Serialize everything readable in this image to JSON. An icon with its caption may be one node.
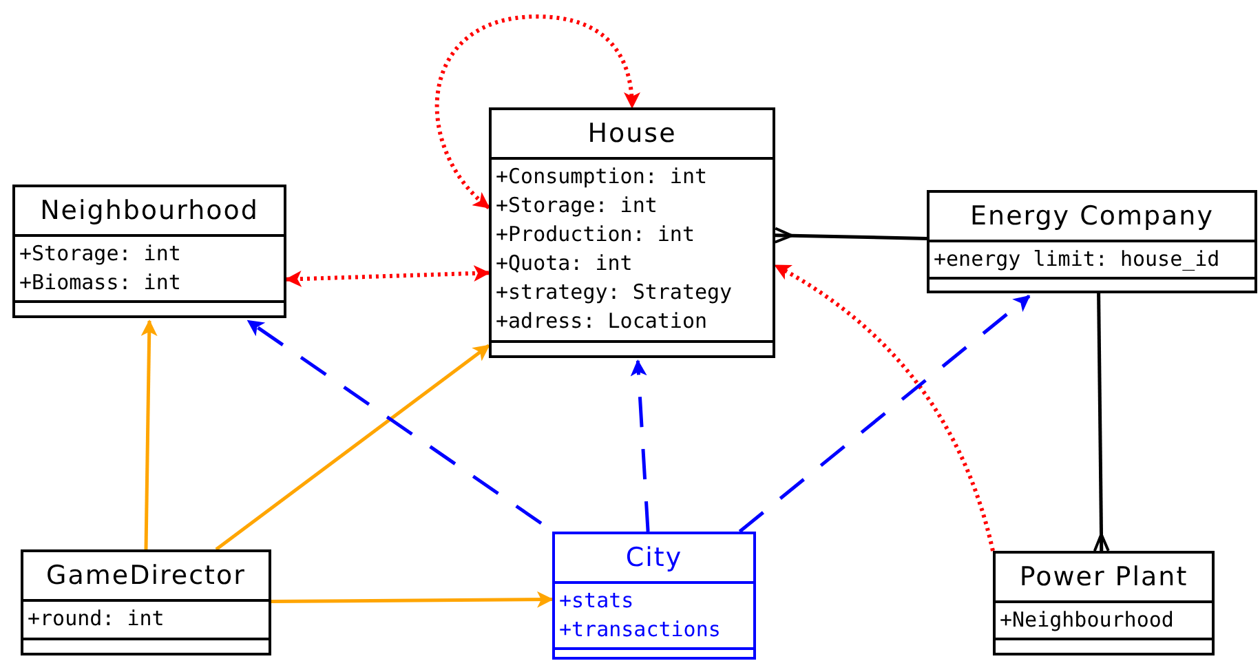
{
  "diagram": {
    "nodes": [
      {
        "text": [
          "House",
          "+Consumption: int",
          "+Storage: int",
          "+Production: int",
          "+Quota: int",
          "+strategy: Strategy",
          "+adress: Location"
        ]
      },
      {
        "text": [
          "Neighbourhood",
          "+Storage: int",
          "+Biomass: int"
        ]
      },
      {
        "text": [
          "Energy Company",
          "+energy limit: house_id"
        ]
      },
      {
        "text": [
          "GameDirector",
          "+round: int"
        ]
      },
      {
        "text": [
          "City",
          "+stats",
          "+transactions"
        ]
      },
      {
        "text": [
          "Power Plant",
          "+Neighbourhood"
        ]
      }
    ],
    "edges": [
      {
        "from": 0,
        "to": 0,
        "arrow": "both",
        "style": "dashed",
        "color": "#ff0000"
      },
      {
        "from": 1,
        "to": 0,
        "arrow": "both",
        "style": "dashed",
        "color": "#ff0000"
      },
      {
        "from": 2,
        "to": 0,
        "arrow": "other",
        "color": "#000000"
      },
      {
        "from": 5,
        "to": 0,
        "arrow": "to",
        "style": "dashed",
        "color": "#ff0000"
      },
      {
        "from": 2,
        "to": 5,
        "arrow": "other",
        "color": "#000000"
      },
      {
        "from": 3,
        "to": 1,
        "arrow": "to",
        "color": "#ffa500"
      },
      {
        "from": 3,
        "to": 0,
        "arrow": "to",
        "color": "#ffa500"
      },
      {
        "from": 3,
        "to": 4,
        "arrow": "to",
        "color": "#ffa500"
      },
      {
        "from": 4,
        "to": 1,
        "arrow": "to",
        "style": "dashed",
        "color": "#0000ff"
      },
      {
        "from": 4,
        "to": 0,
        "arrow": "to",
        "style": "dashed",
        "color": "#0000ff"
      },
      {
        "from": 4,
        "to": 2,
        "arrow": "to",
        "style": "dashed",
        "color": "#0000ff"
      }
    ]
  }
}
